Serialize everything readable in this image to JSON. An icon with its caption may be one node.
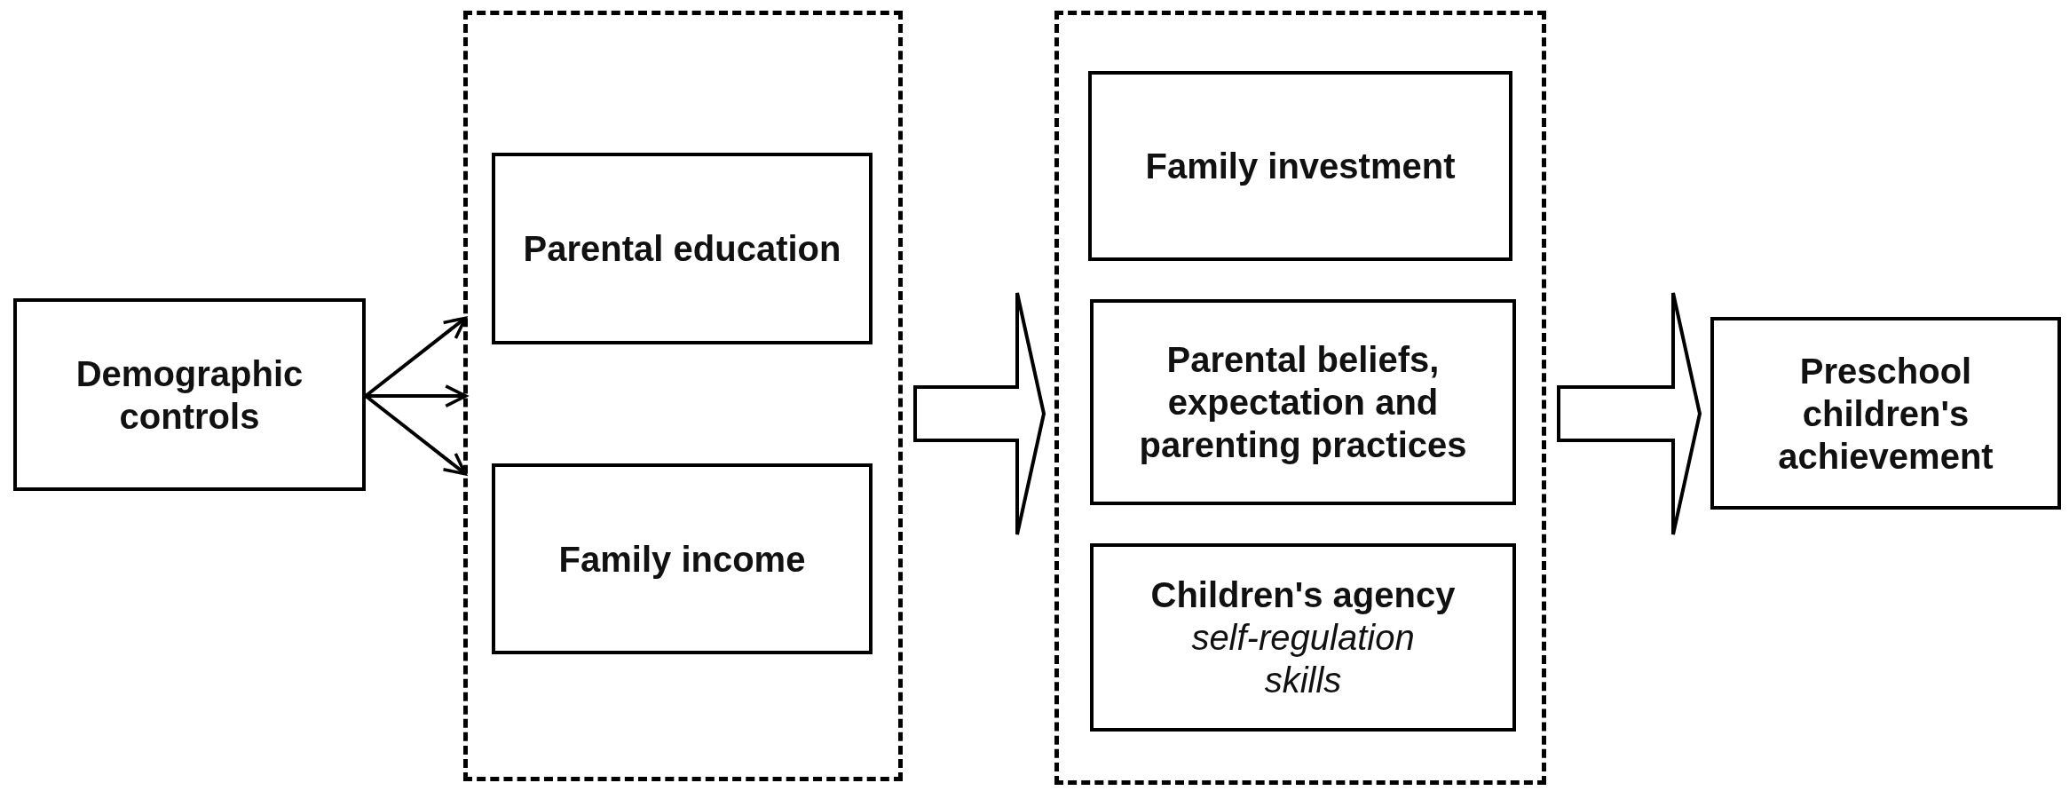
{
  "diagram": {
    "nodes": [
      {
        "text": [
          "Demographic controls"
        ]
      },
      {
        "text": [],
        "shape": "box"
      },
      {
        "text": [
          "Parental education"
        ],
        "in": 1
      },
      {
        "text": [
          "Family income"
        ],
        "in": 1
      },
      {
        "text": [],
        "shape": "box"
      },
      {
        "text": [
          "Family investment"
        ],
        "in": 4
      },
      {
        "text": [
          "Parental beliefs, expectation and parenting practices"
        ],
        "in": 4
      },
      {
        "text": [
          "Children's agency",
          "self-regulation skills"
        ],
        "in": 4
      },
      {
        "text": [
          "Preschool children's achievement"
        ]
      }
    ],
    "edges": [
      {
        "from": 0,
        "to": 1,
        "arrow": "to"
      },
      {
        "from": 0,
        "to": 1,
        "arrow": "to"
      },
      {
        "from": 0,
        "to": 1,
        "arrow": "to"
      },
      {
        "from": 1,
        "to": 4,
        "arrow": "to",
        "style": "thick"
      },
      {
        "from": 4,
        "to": 8,
        "arrow": "to",
        "style": "thick"
      }
    ]
  }
}
